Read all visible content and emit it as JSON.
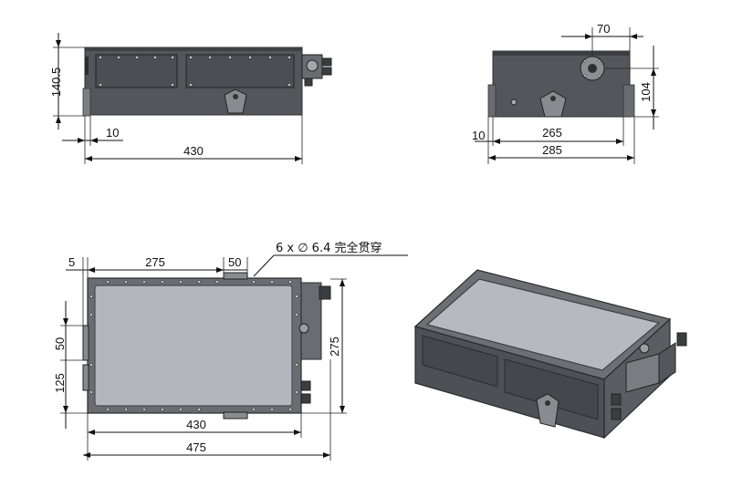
{
  "front_view": {
    "dims": {
      "height": "140.5",
      "width": "430",
      "offset": "10"
    }
  },
  "side_view": {
    "dims": {
      "connector_offset": "70",
      "height": "104",
      "inner_width": "265",
      "width": "285",
      "offset": "10"
    }
  },
  "top_view": {
    "dims": {
      "edge_offset": "5",
      "hole_span": "275",
      "hole_pitch": "50",
      "hole_note": "6 x ∅ 6.4 完全贯穿",
      "side_pitch": "50",
      "side_offset": "125",
      "depth": "275",
      "width": "430",
      "overall_width": "475"
    }
  },
  "colors": {
    "body": "#55565b",
    "panel": "#4d4e53",
    "top_plate": "#b4b6bd",
    "line": "#111111"
  }
}
